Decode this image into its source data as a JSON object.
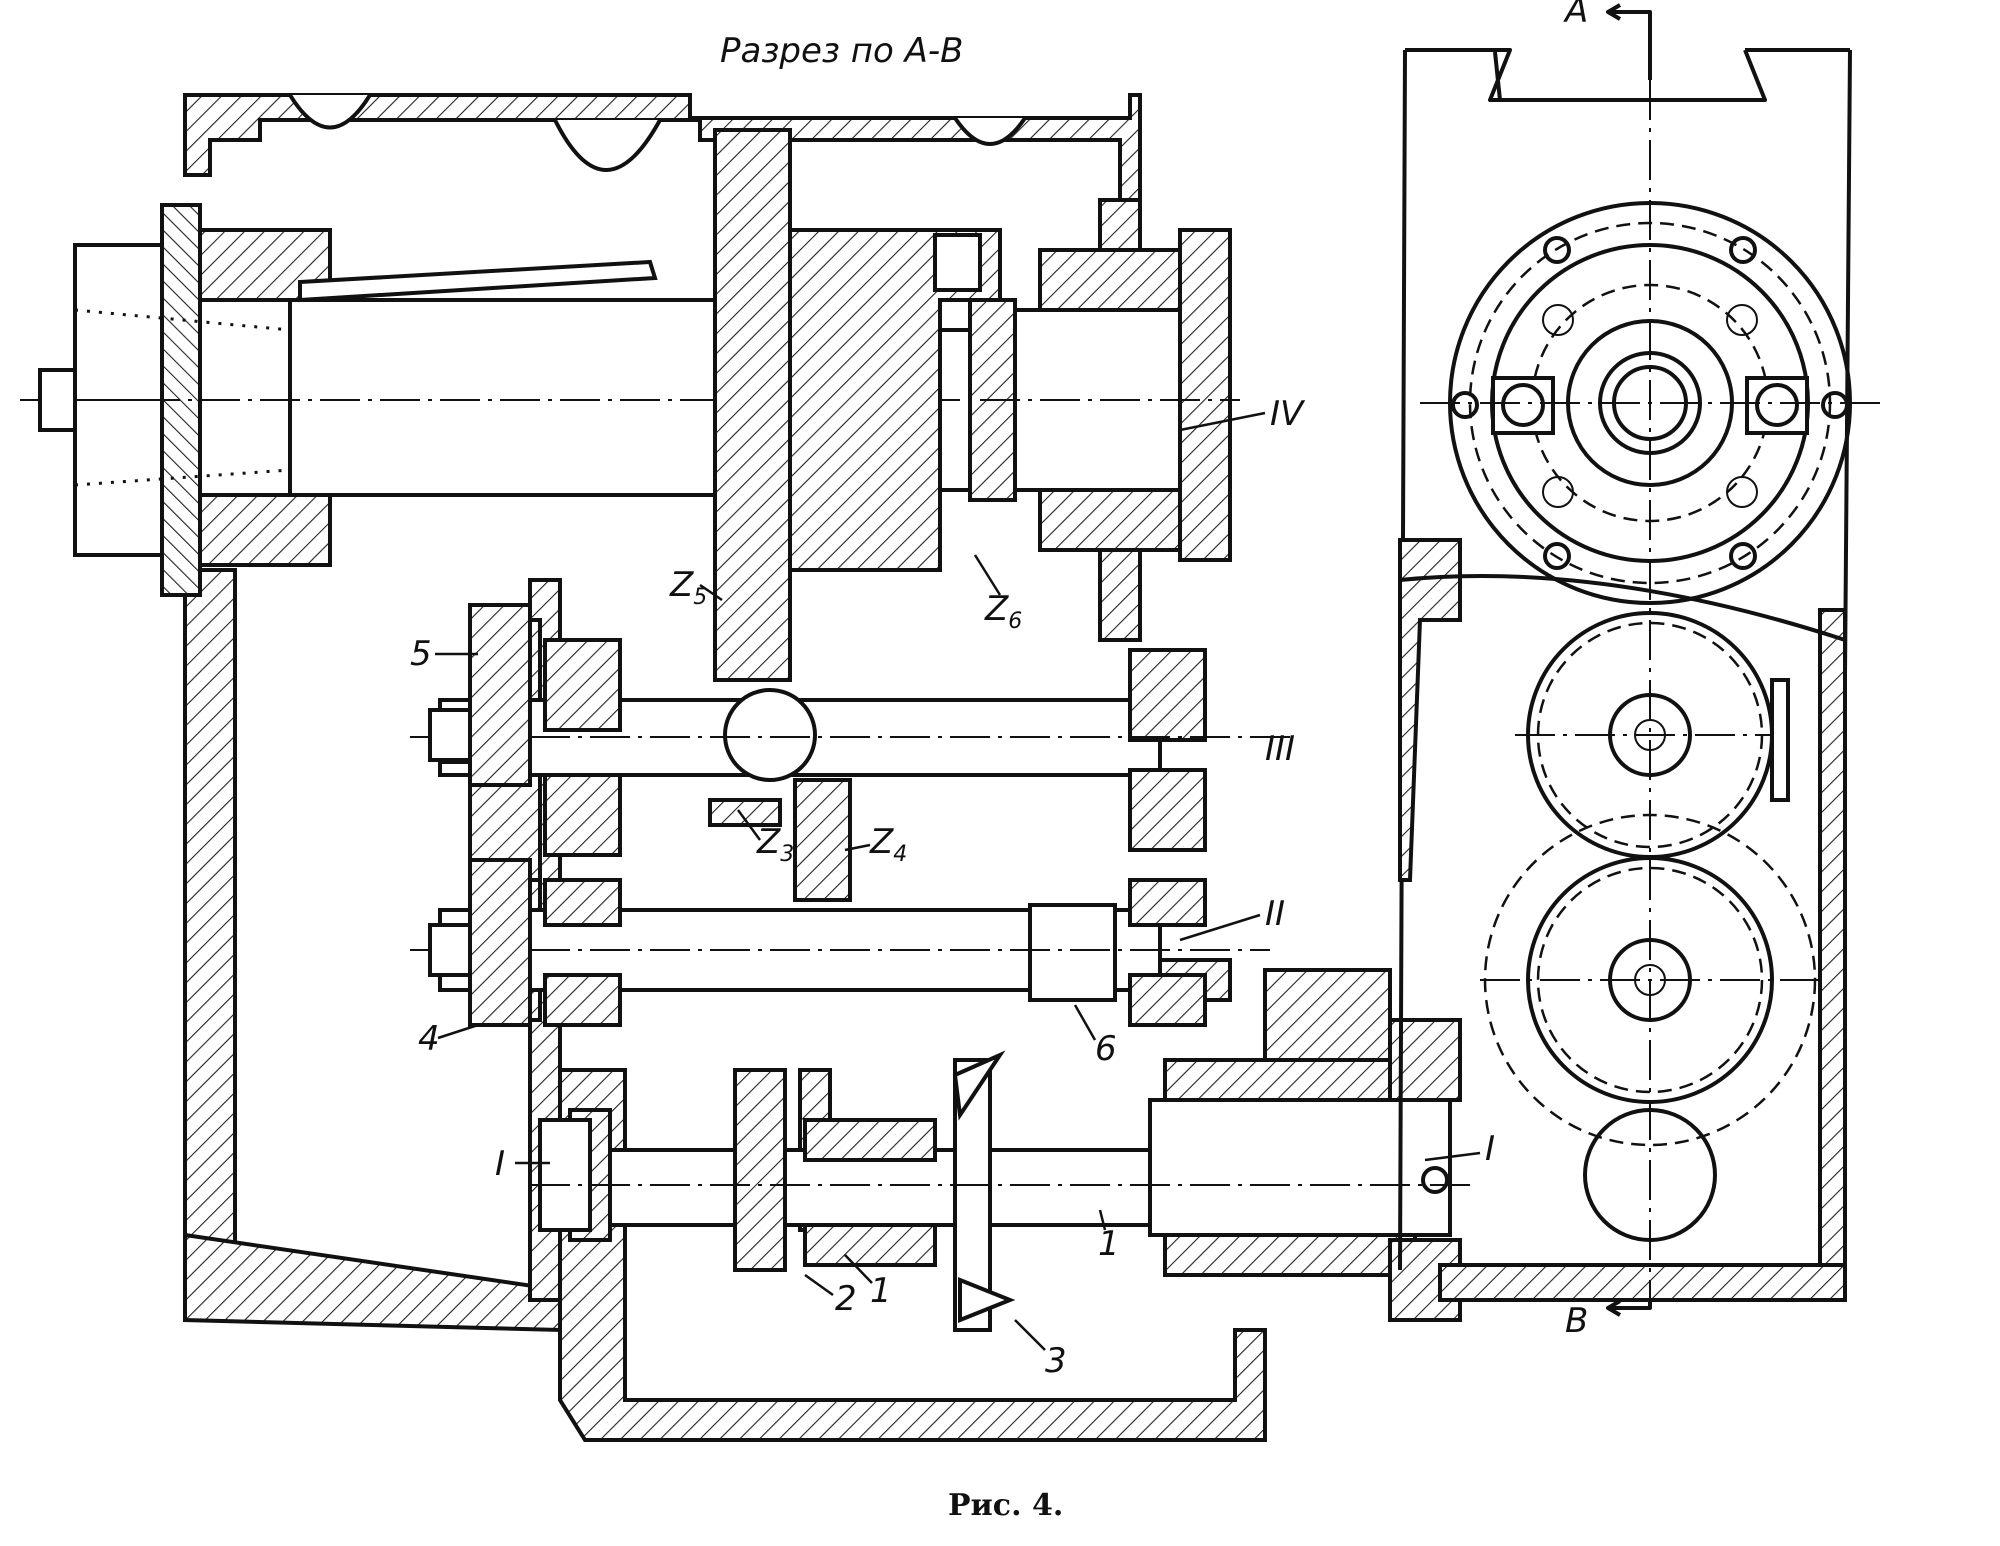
{
  "figure": {
    "section_title": "Разрез по А-В",
    "caption": "Рис. 4.",
    "colors": {
      "ink": "#111111",
      "paper": "#ffffff"
    }
  },
  "labels": {
    "shaft_IV": "IV",
    "shaft_III": "III",
    "shaft_II": "II",
    "shaft_I_left": "I",
    "shaft_I_right": "I",
    "gear_z5": "Z",
    "gear_z5_sub": "5",
    "gear_z6": "Z",
    "gear_z6_sub": "6",
    "gear_z3": "Z",
    "gear_z3_sub": "3",
    "gear_z4": "Z",
    "gear_z4_sub": "4",
    "part_5": "5",
    "part_4": "4",
    "part_6": "6",
    "part_1_clutch": "1",
    "part_2": "2",
    "part_1_shaft": "1",
    "part_3": "3",
    "section_A": "A",
    "section_B": "B"
  }
}
